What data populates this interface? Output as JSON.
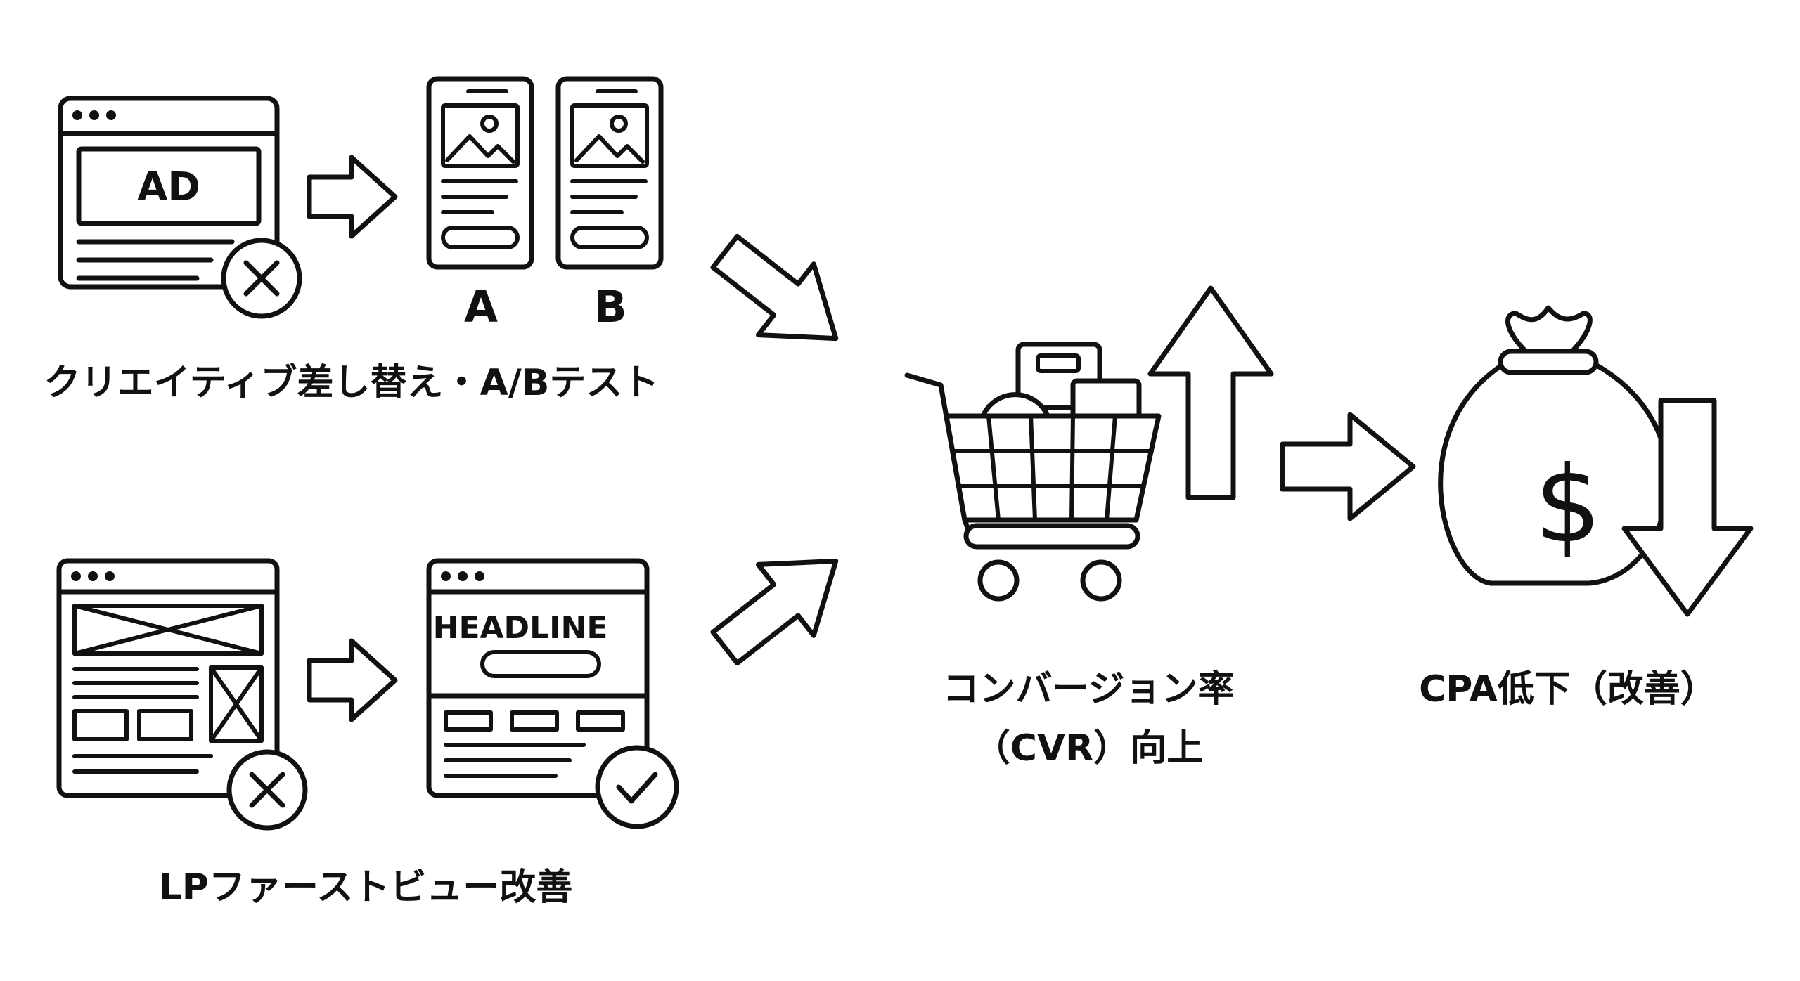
{
  "colors": {
    "ink": "#111111",
    "background": "#ffffff"
  },
  "nodes": {
    "ad_window": {
      "text": "AD",
      "icon": "browser-ad-window-icon"
    },
    "variant_a": {
      "text": "A",
      "icon": "mobile-mockup-icon"
    },
    "variant_b": {
      "text": "B",
      "icon": "mobile-mockup-icon"
    },
    "creative_caption": "クリエイティブ差し替え・A/Bテスト",
    "lp_new": {
      "text": "HEADLINE",
      "icon": "landing-page-icon"
    },
    "lp_caption": "LPファーストビュー改善",
    "cvr_caption_line1": "コンバージョン率",
    "cvr_caption_line2": "（CVR）向上",
    "cpa_caption": "CPA低下（改善）"
  },
  "icons": {
    "reject": "x-circle-icon",
    "approve": "check-circle-icon",
    "cart": "shopping-cart-icon",
    "money": "money-bag-icon",
    "up": "arrow-up-icon",
    "down": "arrow-down-icon",
    "flow": "arrow-right-icon"
  }
}
